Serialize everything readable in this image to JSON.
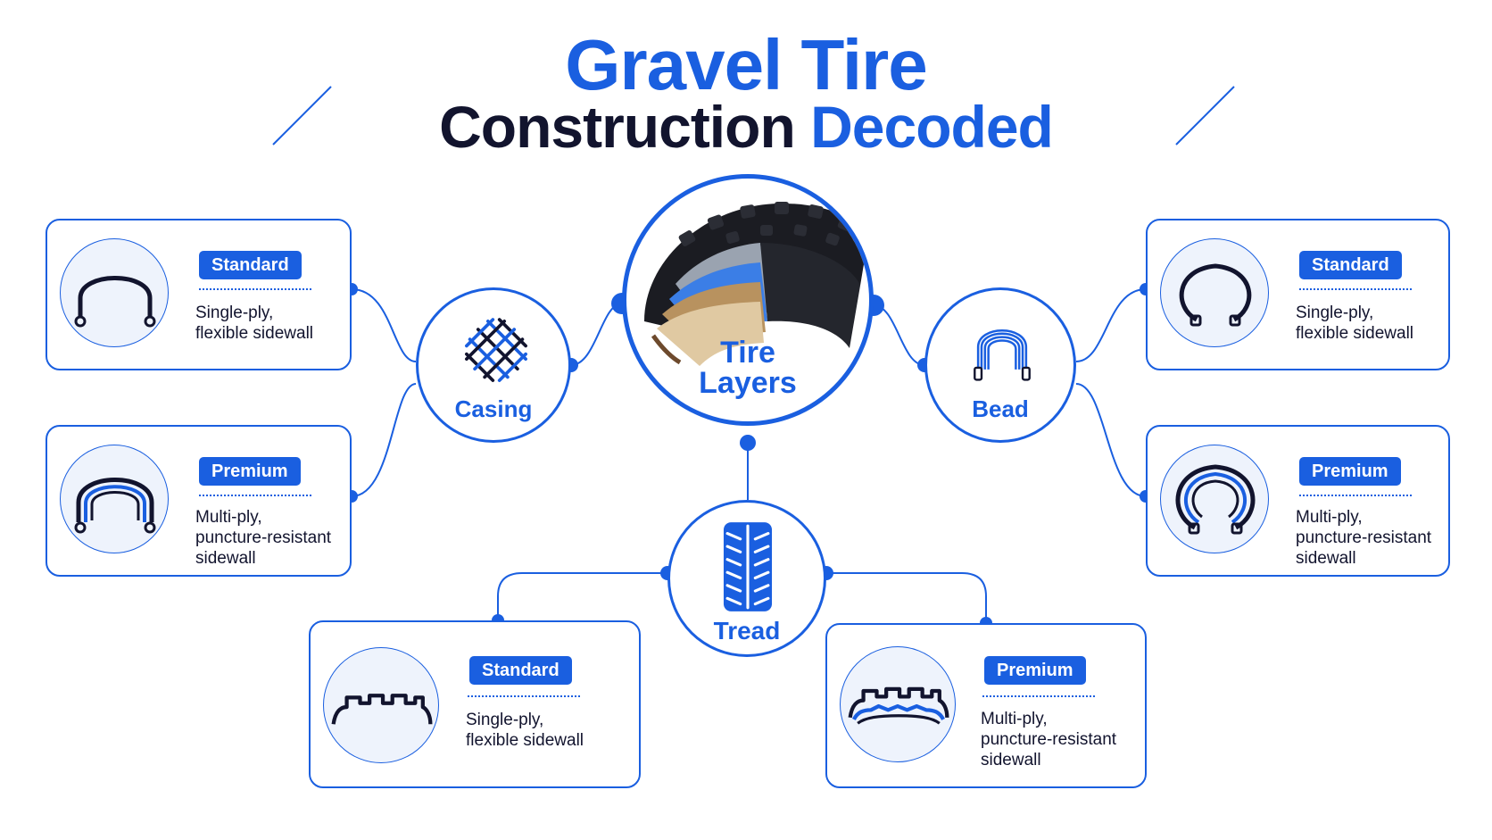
{
  "title": {
    "line1": "Gravel Tire",
    "line2_dark": "Construction",
    "line2_blue": "Decoded"
  },
  "center": {
    "label_line1": "Tire",
    "label_line2": "Layers"
  },
  "hubs": {
    "casing": {
      "label": "Casing"
    },
    "bead": {
      "label": "Bead"
    },
    "tread": {
      "label": "Tread"
    }
  },
  "cards": {
    "casing_standard": {
      "badge": "Standard",
      "lines": [
        "Single-ply,",
        "flexible sidewall"
      ]
    },
    "casing_premium": {
      "badge": "Premium",
      "lines": [
        "Multi-ply,",
        "puncture-resistant",
        "sidewall"
      ]
    },
    "bead_standard": {
      "badge": "Standard",
      "lines": [
        "Single-ply,",
        "flexible sidewall"
      ]
    },
    "bead_premium": {
      "badge": "Premium",
      "lines": [
        "Multi-ply,",
        "puncture-resistant",
        "sidewall"
      ]
    },
    "tread_standard": {
      "badge": "Standard",
      "lines": [
        "Single-ply,",
        "flexible sidewall"
      ]
    },
    "tread_premium": {
      "badge": "Premium",
      "lines": [
        "Multi-ply,",
        "puncture-resistant",
        "sidewall"
      ]
    }
  },
  "icons": {
    "casing": "woven-mesh-icon",
    "bead": "coiled-cable-icon",
    "tread": "tread-pattern-icon",
    "center": "tire-cross-section-icon",
    "standard_casing": "single-arc-icon",
    "premium_casing": "double-arc-icon",
    "standard_tread": "tread-profile-icon",
    "premium_tread": "layered-tread-profile-icon"
  },
  "colors": {
    "accent": "#1a5fe0",
    "text": "#12142e",
    "thumb_bg": "#eef3fc"
  }
}
